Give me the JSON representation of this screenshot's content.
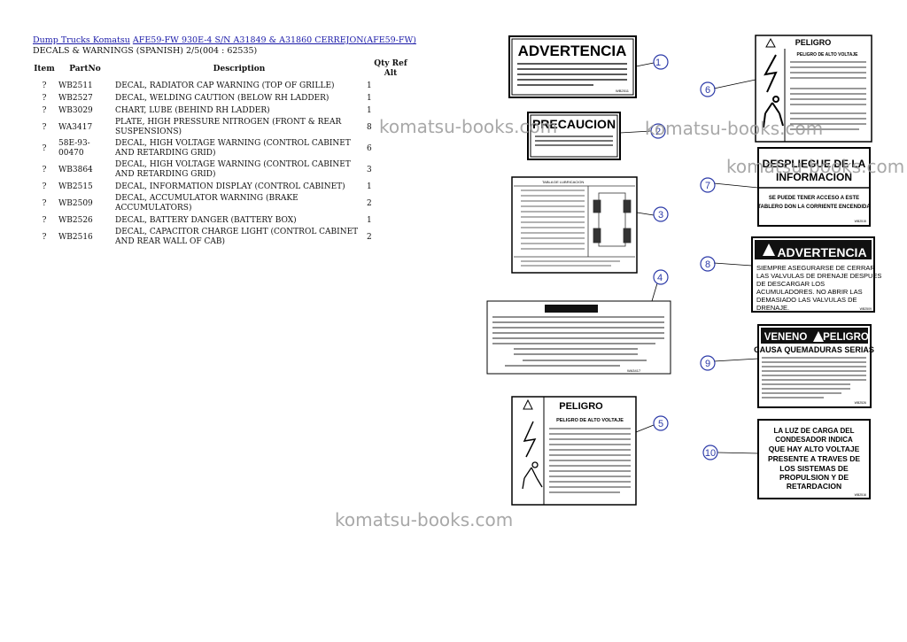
{
  "breadcrumb": {
    "link1": "Dump Trucks Komatsu",
    "link2": "AFE59-FW 930E-4 S/N A31849 & A31860 CERREJON(AFE59-FW)"
  },
  "subtitle": "DECALS & WARNINGS (SPANISH) 2/5(004 : 62535)",
  "table": {
    "headers": {
      "item": "Item",
      "partno": "PartNo",
      "description": "Description",
      "qty_ref_alt": "Qty Ref Alt"
    },
    "rows": [
      {
        "item": "?",
        "partno": "WB2511",
        "description": "DECAL, RADIATOR CAP WARNING (TOP OF GRILLE)",
        "qty": "1"
      },
      {
        "item": "?",
        "partno": "WB2527",
        "description": "DECAL, WELDING CAUTION (BELOW RH LADDER)",
        "qty": "1"
      },
      {
        "item": "?",
        "partno": "WB3029",
        "description": "CHART, LUBE (BEHIND RH LADDER)",
        "qty": "1"
      },
      {
        "item": "?",
        "partno": "WA3417",
        "description": "PLATE, HIGH PRESSURE NITROGEN (FRONT & REAR SUSPENSIONS)",
        "qty": "8"
      },
      {
        "item": "?",
        "partno": "58E-93-00470",
        "description": "DECAL, HIGH VOLTAGE WARNING (CONTROL CABINET AND RETARDING GRID)",
        "qty": "6"
      },
      {
        "item": "?",
        "partno": "WB3864",
        "description": "DECAL, HIGH VOLTAGE WARNING (CONTROL CABINET AND RETARDING GRID)",
        "qty": "3"
      },
      {
        "item": "?",
        "partno": "WB2515",
        "description": "DECAL, INFORMATION DISPLAY (CONTROL CABINET)",
        "qty": "1"
      },
      {
        "item": "?",
        "partno": "WB2509",
        "description": "DECAL, ACCUMULATOR WARNING (BRAKE ACCUMULATORS)",
        "qty": "2"
      },
      {
        "item": "?",
        "partno": "WB2526",
        "description": "DECAL, BATTERY DANGER (BATTERY BOX)",
        "qty": "1"
      },
      {
        "item": "?",
        "partno": "WB2516",
        "description": "DECAL, CAPACITOR CHARGE LIGHT (CONTROL CABINET AND REAR WALL OF CAB)",
        "qty": "2"
      }
    ]
  },
  "decals": {
    "d1_title": "ADVERTENCIA",
    "d1_code": "WB2511",
    "d2_title": "PRECAUCION",
    "d3_title": "TABLA DE LUBRICACION",
    "d5_title": "PELIGRO",
    "d5_sub": "PELIGRO DE ALTO VOLTAJE",
    "d6_title": "PELIGRO",
    "d6_sub": "PELIGRO DE ALTO VOLTAJE",
    "d7_line1": "DESPLIEGUE DE LA",
    "d7_line2": "INFORMACION",
    "d7_body1": "SE PUEDE TENER ACCESO A ESTE",
    "d7_body2": "TABLERO DON LA CORRIENTE ENCENDIDA",
    "d7_code": "WB2515",
    "d8_title": "ADVERTENCIA",
    "d8_body1": "SIEMPRE ASEGURARSE DE CERRAR",
    "d8_body2": "LAS VALVULAS DE DRENAJE DESPUES",
    "d8_body3": "DE DESCARGAR LOS",
    "d8_body4": "ACUMULADORES. NO ABRIR LAS",
    "d8_body5": "DEMASIADO LAS VALVULAS DE",
    "d8_body6": "DRENAJE.",
    "d8_code": "WB2509",
    "d9_left": "VENENO",
    "d9_right": "PELIGRO",
    "d9_sub": "CAUSA QUEMADURAS SERIAS",
    "d9_code": "WB2526",
    "d10_line1": "LA LUZ DE CARGA DEL",
    "d10_line2": "CONDESADOR INDICA",
    "d10_line3": "QUE HAY ALTO VOLTAJE",
    "d10_line4": "PRESENTE A TRAVES DE",
    "d10_line5": "LOS SISTEMAS DE",
    "d10_line6": "PROPULSION Y DE",
    "d10_line7": "RETARDACION",
    "d10_code": "WB2516",
    "d4_code": "WA3417",
    "callouts": [
      "1",
      "2",
      "3",
      "4",
      "5",
      "6",
      "7",
      "8",
      "9",
      "10"
    ]
  },
  "watermarks": [
    "komatsu-books.com",
    "komatsu-books.com",
    "komatsu-books.com",
    "komatsu-books.com"
  ]
}
